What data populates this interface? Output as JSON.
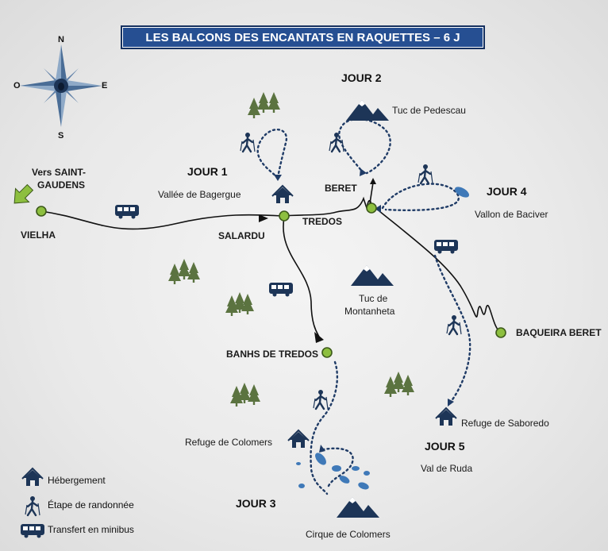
{
  "title": "LES BALCONS DES ENCANTATS EN RAQUETTES – 6 J",
  "compass": {
    "n": "N",
    "s": "S",
    "e": "E",
    "o": "O"
  },
  "days": [
    "JOUR 1",
    "JOUR 2",
    "JOUR 3",
    "JOUR 4",
    "JOUR 5"
  ],
  "places": {
    "vers_line1": "Vers SAINT-",
    "vers_line2": "GAUDENS",
    "vielha": "VIELHA",
    "salardu": "SALARDU",
    "tredos": "TREDOS",
    "beret": "BERET",
    "baqueira": "BAQUEIRA BERET",
    "banhs": "BANHS DE TREDOS",
    "bagergue": "Vallée de Bagergue",
    "pedescau": "Tuc de Pedescau",
    "baciver": "Vallon de Baciver",
    "montanheta_1": "Tuc de",
    "montanheta_2": "Montanheta",
    "saboredo": "Refuge de Saboredo",
    "ruda": "Val de Ruda",
    "colomers_refuge": "Refuge de Colomers",
    "cirque": "Cirque de Colomers"
  },
  "legend": {
    "hebergement": "Hébergement",
    "etape": "Étape de randonnée",
    "transfert": "Transfert en minibus"
  },
  "colors": {
    "navy": "#1d3557",
    "route": "#1f3b66",
    "node": "#8dbf3f",
    "tree": "#5b7340",
    "accent": "#264f92",
    "ice": "#3f79b8"
  },
  "icons": [
    "compass-rose-icon",
    "house-icon",
    "hiker-icon",
    "bus-icon",
    "tree-icon",
    "mountain-icon",
    "arrow-icon"
  ]
}
